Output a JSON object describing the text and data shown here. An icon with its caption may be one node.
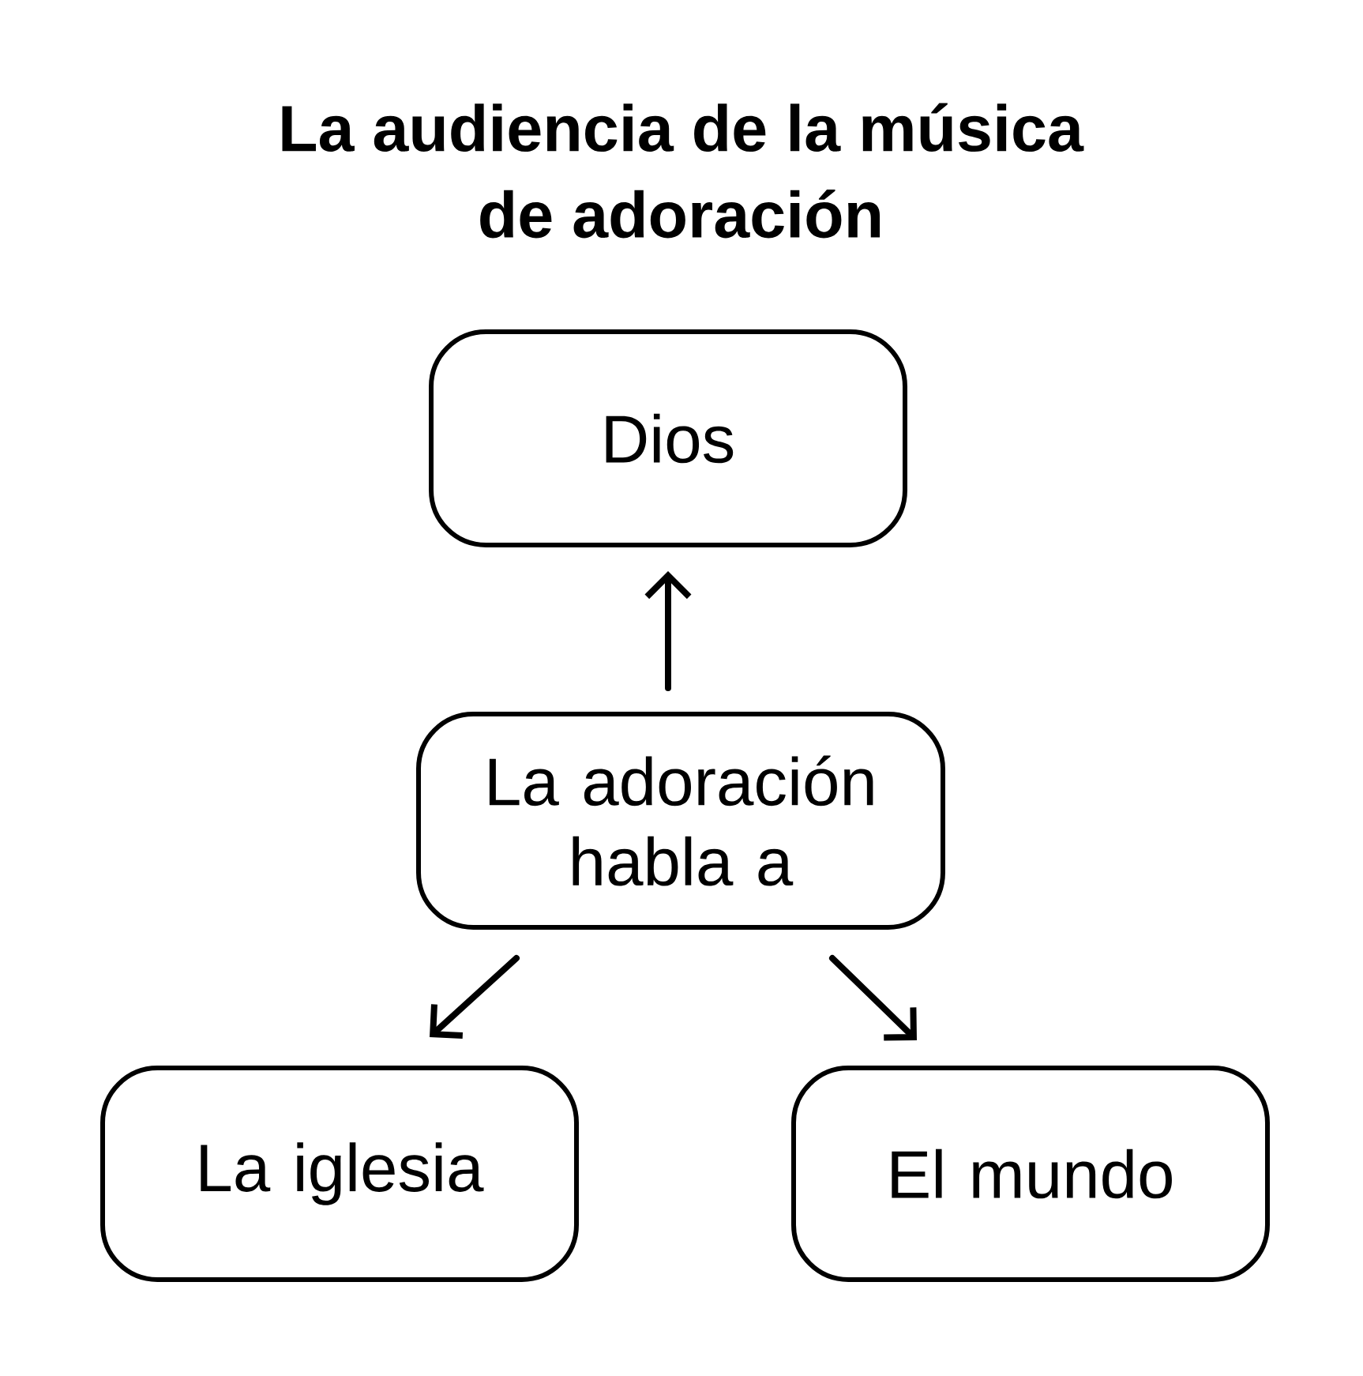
{
  "diagram": {
    "title": "La audiencia de la música de adoración",
    "nodes": [
      {
        "text": [
          "Dios"
        ]
      },
      {
        "text": [
          "La adoración habla a"
        ]
      },
      {
        "text": [
          "La iglesia"
        ]
      },
      {
        "text": [
          "El mundo"
        ]
      }
    ],
    "edges": [
      {
        "from": 1,
        "to": 0,
        "arrow": "to"
      },
      {
        "from": 1,
        "to": 2,
        "arrow": "to"
      },
      {
        "from": 1,
        "to": 3,
        "arrow": "to"
      }
    ]
  }
}
